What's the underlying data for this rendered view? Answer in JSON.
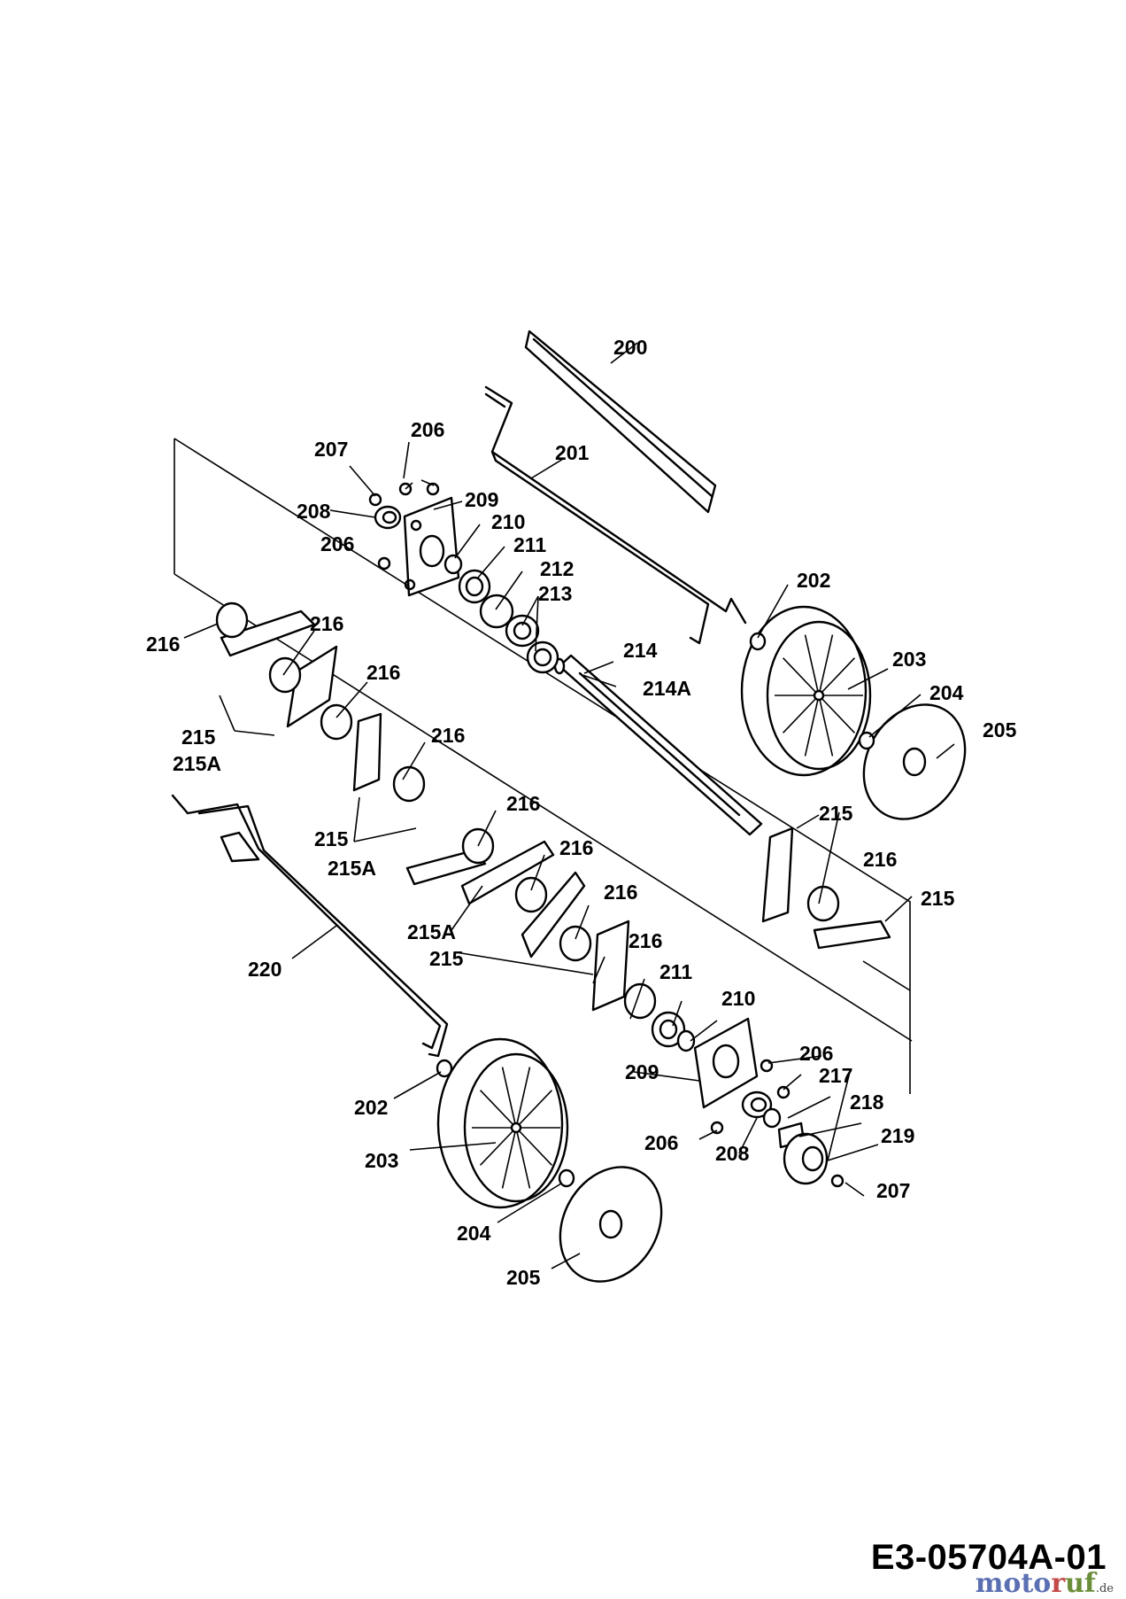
{
  "drawing_code": "E3-05704A-01",
  "watermark": {
    "part1": "moto",
    "part2": "r",
    "part3": "uf",
    "suffix": ".de"
  },
  "callouts": {
    "c200": "200",
    "c201": "201",
    "c202a": "202",
    "c202b": "202",
    "c203a": "203",
    "c203b": "203",
    "c204a": "204",
    "c204b": "204",
    "c205a": "205",
    "c205b": "205",
    "c206a": "206",
    "c206b": "206",
    "c206c": "206",
    "c206d": "206",
    "c207a": "207",
    "c207b": "207",
    "c208a": "208",
    "c208b": "208",
    "c209a": "209",
    "c209b": "209",
    "c210a": "210",
    "c210b": "210",
    "c211a": "211",
    "c211b": "211",
    "c212": "212",
    "c213": "213",
    "c214": "214",
    "c214A": "214A",
    "c215a": "215",
    "c215b": "215",
    "c215c": "215",
    "c215d": "215",
    "c215e": "215",
    "c215Aa": "215A",
    "c215Ab": "215A",
    "c215Ac": "215A",
    "c216a": "216",
    "c216b": "216",
    "c216c": "216",
    "c216d": "216",
    "c216e": "216",
    "c216f": "216",
    "c216g": "216",
    "c216h": "216",
    "c216i": "216",
    "c217": "217",
    "c218": "218",
    "c219": "219",
    "c220": "220"
  }
}
